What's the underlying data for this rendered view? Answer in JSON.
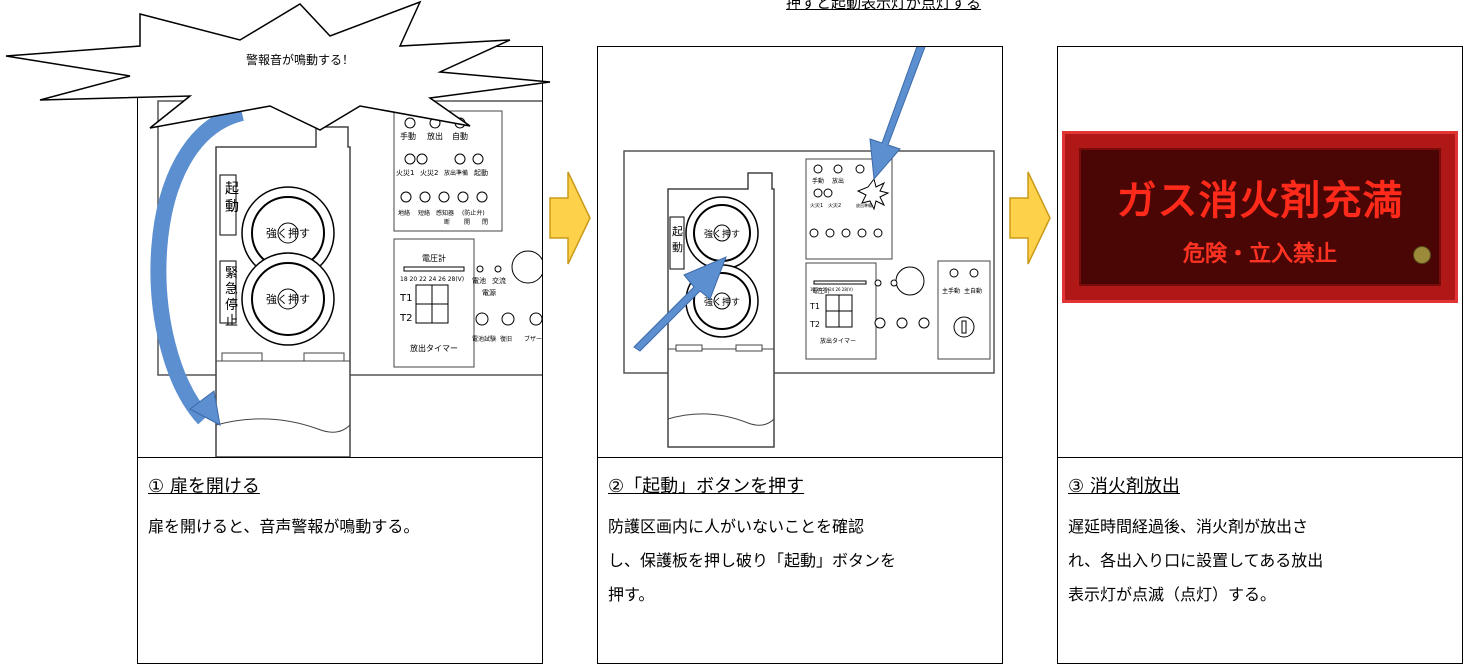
{
  "callouts": {
    "alarm_burst": "警報音が鳴動する！",
    "top_note": "押すと起動表示灯が点灯する"
  },
  "panel_labels": {
    "kido": "起動",
    "kinkyu": "緊急停止",
    "kidou_v1": "起",
    "kidou_v2": "動",
    "kinkyu_v1": "緊",
    "kinkyu_v2": "急",
    "kinkyu_v3": "停",
    "kinkyu_v4": "止",
    "push_strong": "強く押す",
    "lamp_row1": [
      "手動",
      "放出",
      "自動"
    ],
    "lamp_row2": [
      "火災1",
      "火災2",
      "放出準備",
      "起動"
    ],
    "lamp_row3": [
      "地絡",
      "短絡",
      "感知器",
      "(防止弁)"
    ],
    "lamp_row3b": [
      "断",
      "開",
      "閉"
    ],
    "voltmeter": "電圧計",
    "voltmeter_scale": "18 20 22 24 26 28(V)",
    "t1": "T1",
    "t2": "T2",
    "release_timer": "放出タイマー",
    "power_dc": "電池",
    "power_ac": "交流",
    "power": "電源",
    "switch_battery_test": "電池試験",
    "switch_reset": "復旧",
    "switch_buzzer_stop": "ブザー停止",
    "main_manual": "主手動",
    "main_auto": "主自動"
  },
  "sign": {
    "main": "ガス消火剤充満",
    "sub": "危険・立入禁止",
    "color_bg": "#c81e1e",
    "color_text": "#ff2020"
  },
  "steps": [
    {
      "title": "① 扉を開ける",
      "lines": [
        "扉を開けると、音声警報が鳴動する。"
      ]
    },
    {
      "title": "②「起動」ボタンを押す",
      "lines": [
        "防護区画内に人がいないことを確認",
        "し、保護板を押し破り「起動」ボタンを",
        "押す。"
      ]
    },
    {
      "title": "③ 消火剤放出",
      "lines": [
        "遅延時間経過後、消火剤が放出さ",
        "れ、各出入り口に設置してある放出",
        "表示灯が点滅（点灯）する。"
      ]
    }
  ],
  "colors": {
    "arrow_blue": "#5b8fd0",
    "arrow_next": "#fdd24a"
  }
}
